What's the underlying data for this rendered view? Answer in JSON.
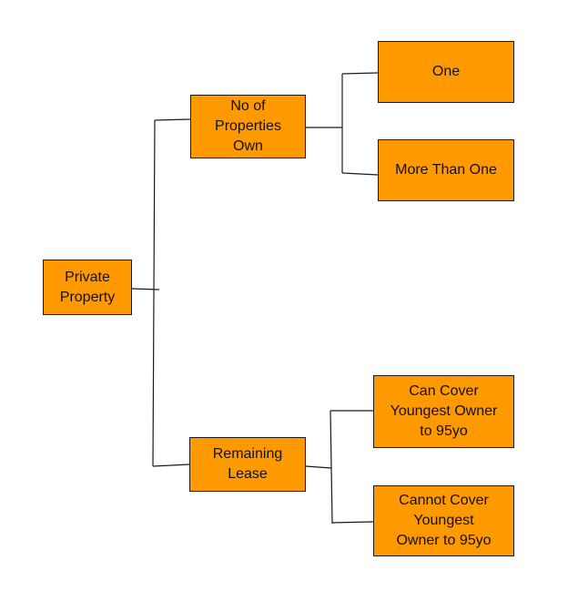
{
  "colors": {
    "node_fill": "#ff9900",
    "node_border": "#1a1a1a",
    "connector": "#1a1a1a",
    "text": "#111111"
  },
  "nodes": {
    "root": "Private\nProperty",
    "properties_owned": "No of\nProperties\nOwn",
    "remaining_lease": "Remaining\nLease",
    "one": "One",
    "more_than_one": "More Than One",
    "can_cover": "Can Cover\nYoungest Owner\nto 95yo",
    "cannot_cover": "Cannot Cover\nYoungest\nOwner to 95yo"
  }
}
